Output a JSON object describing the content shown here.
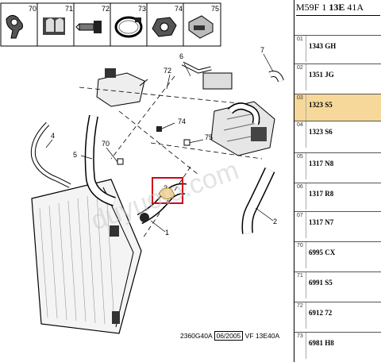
{
  "header": {
    "prefix": "M59F 1",
    "bold": "13E",
    "suffix": "41A"
  },
  "thumbnails": [
    {
      "num": "70",
      "icon": "pipe-clip-icon"
    },
    {
      "num": "71",
      "icon": "double-clip-icon"
    },
    {
      "num": "72",
      "icon": "bolt-icon"
    },
    {
      "num": "73",
      "icon": "hose-clamp-icon"
    },
    {
      "num": "74",
      "icon": "nut-icon"
    },
    {
      "num": "75",
      "icon": "bracket-clip-icon"
    }
  ],
  "parts_list": [
    {
      "num": "01",
      "code": "1343 GH",
      "highlighted": false
    },
    {
      "num": "02",
      "code": "1351 JG",
      "highlighted": false
    },
    {
      "num": "03",
      "code": "1323 S5",
      "highlighted": true
    },
    {
      "num": "04",
      "code": "1323 S6",
      "highlighted": false
    },
    {
      "num": "05",
      "code": "1317 N8",
      "highlighted": false
    },
    {
      "num": "06",
      "code": "1317 R8",
      "highlighted": false
    },
    {
      "num": "07",
      "code": "1317 N7",
      "highlighted": false
    },
    {
      "num": "70",
      "code": "6995 CX",
      "highlighted": false
    },
    {
      "num": "71",
      "code": "6991 S5",
      "highlighted": false
    },
    {
      "num": "72",
      "code": "6912 72",
      "highlighted": false
    },
    {
      "num": "73",
      "code": "6981 H8",
      "highlighted": false
    }
  ],
  "callouts": [
    "1",
    "2",
    "3",
    "4",
    "5",
    "6",
    "7",
    "70",
    "72",
    "74",
    "75"
  ],
  "footer": {
    "ref": "2360G40A",
    "date": "06/2005",
    "variant": "VF 13E40A"
  },
  "watermark": "duyuoto.com",
  "colors": {
    "highlight": "#f6d99a",
    "callout_box": "#d0021b"
  }
}
